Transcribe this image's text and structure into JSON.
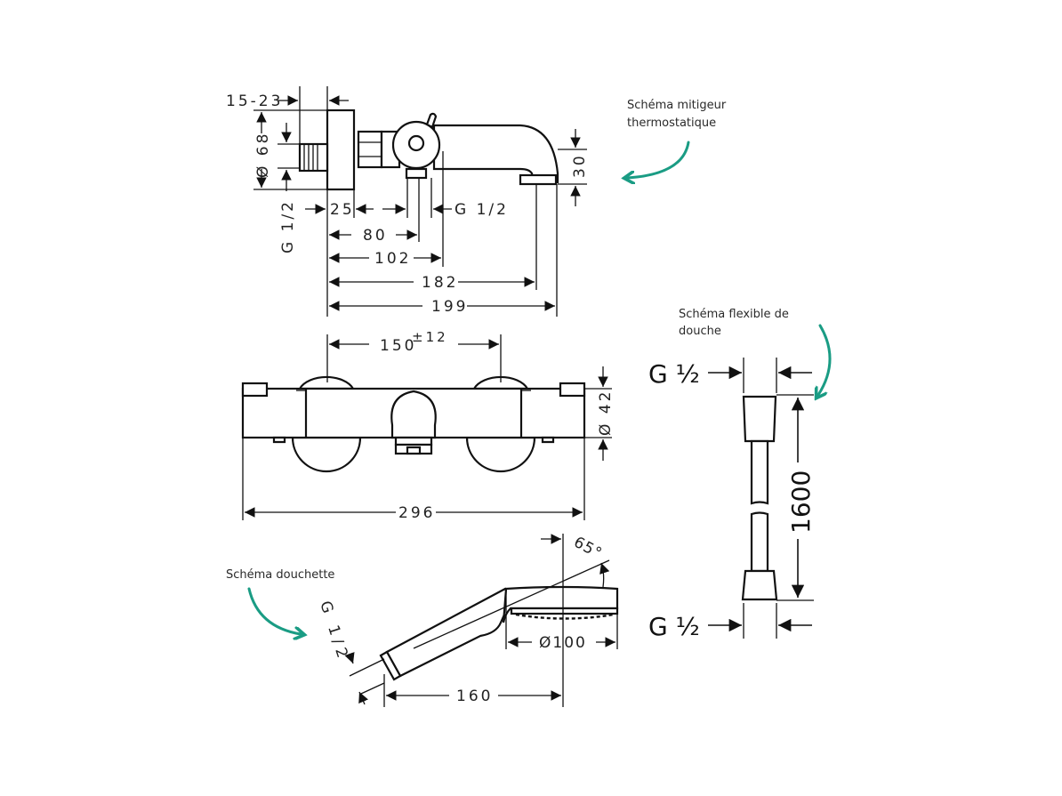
{
  "annotations": {
    "mixer": [
      "Schéma mitigeur",
      "thermostatique"
    ],
    "hose": [
      "Schéma flexible de",
      "douche"
    ],
    "handshower": "Schéma douchette"
  },
  "accent_color": "#1a9c84",
  "mixer_side_view": {
    "dims": {
      "wall_offset": "15-23",
      "flange_diameter": "Ø 68",
      "inlet_thread": "G 1/2",
      "d25": "25",
      "outlet_thread": "G 1/2",
      "d80": "80",
      "d102": "102",
      "d182": "182",
      "d199": "199",
      "spout_height": "30"
    }
  },
  "mixer_front_view": {
    "dims": {
      "center_distance": "150",
      "center_tolerance": "±12",
      "body_diameter": "Ø 42",
      "total_width": "296"
    }
  },
  "hose_view": {
    "dims": {
      "top_thread": "G ½",
      "bottom_thread": "G ½",
      "length": "1600"
    }
  },
  "handshower_view": {
    "dims": {
      "angle": "65°",
      "thread": "G 1/2",
      "head_diameter": "Ø100",
      "length": "160"
    }
  }
}
